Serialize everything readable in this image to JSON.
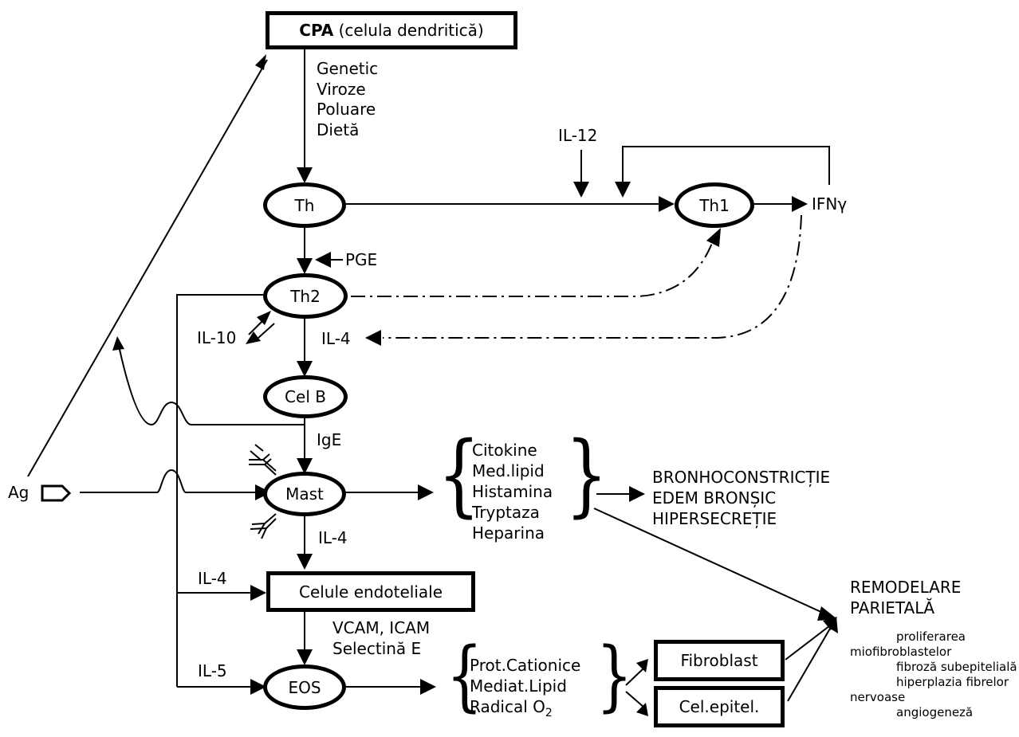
{
  "nodes": {
    "cpa": {
      "bold": "CPA",
      "rest": " (celula dendritică)"
    },
    "th": "Th",
    "th1": "Th1",
    "th2": "Th2",
    "cel_b": "Cel B",
    "mast": "Mast",
    "eos": "EOS",
    "endothelial": "Celule endoteliale",
    "fibroblast": "Fibroblast",
    "epithelial": "Cel.epitel."
  },
  "labels": {
    "factors": [
      "Genetic",
      "Viroze",
      "Poluare",
      "Dietă"
    ],
    "il12": "IL-12",
    "ifn": "IFNγ",
    "pge": "PGE",
    "il10": "IL-10",
    "il4_th2": "IL-4",
    "ige": "IgE",
    "ag": "Ag",
    "il4_mast": "IL-4",
    "il4_left": "IL-4",
    "il5_left": "IL-5",
    "vcam": "VCAM, ICAM",
    "selectin": "Selectină E"
  },
  "mast_mediators": [
    "Citokine",
    "Med.lipid",
    "Histamina",
    "Tryptaza",
    "Heparina"
  ],
  "eos_mediators": {
    "prot": "Prot.Cationice",
    "lipid": "Mediat.Lipid",
    "radical": "Radical O",
    "radical_sub": "2"
  },
  "effects": [
    "BRONHOCONSTRICȚIE",
    "EDEM BRONȘIC",
    "HIPERSECREȚIE"
  ],
  "remodeling": {
    "title_line1": "REMODELARE",
    "title_line2": "PARIETALĂ",
    "details": [
      "proliferarea",
      "miofibroblastelor",
      "fibroză subepitelială",
      "hiperplazia fibrelor",
      "nervoase",
      "angiogeneză"
    ]
  }
}
